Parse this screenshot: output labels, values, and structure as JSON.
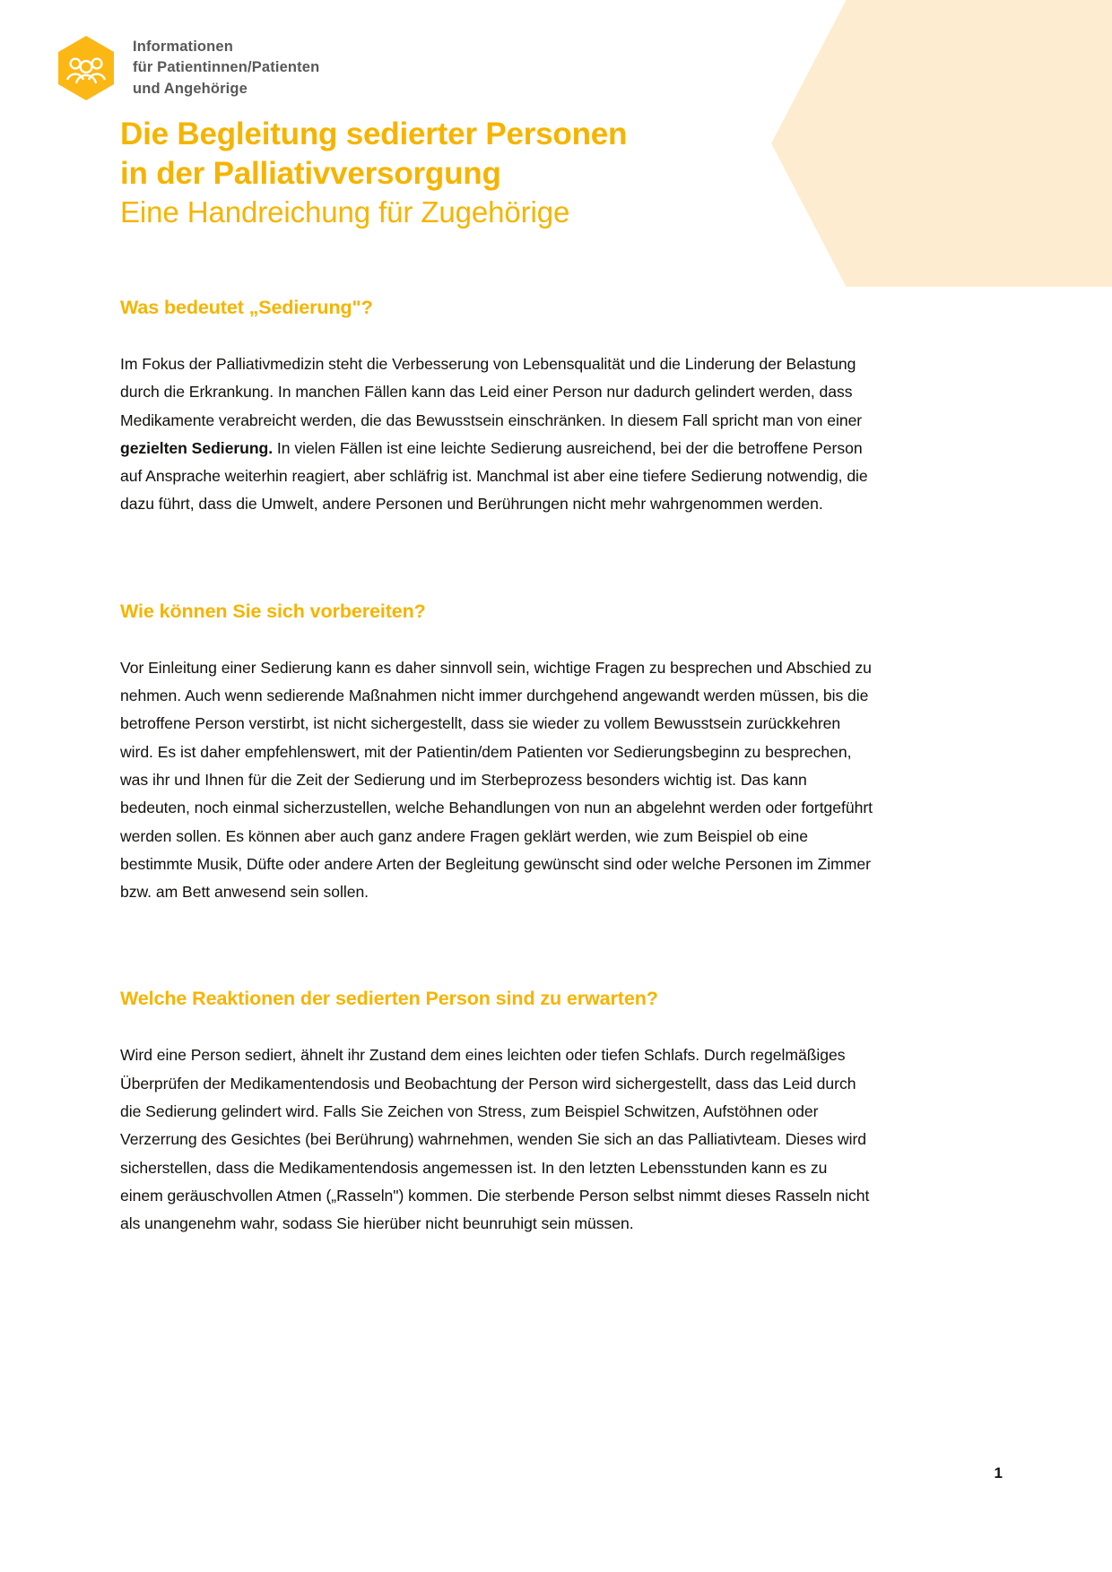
{
  "brand": {
    "accent_color": "#f5b400",
    "corner_shape_color": "#fdecd0",
    "logo_text_color": "#58585a",
    "body_text_color": "#12100d"
  },
  "logo": {
    "icon": "people-group-hexagon-icon",
    "line1": "Informationen",
    "line2": "für Patientinnen/Patienten",
    "line3": "und Angehörige"
  },
  "title": {
    "line1": "Die Begleitung sedierter Personen",
    "line2": "in der Palliativversorgung",
    "subtitle": "Eine Handreichung für Zugehörige"
  },
  "sections": [
    {
      "heading": "Was bedeutet „Sedierung\"?",
      "paragraph_pre": "Im Fokus der Palliativmedizin steht die Verbesserung von Lebensqualität und die Linderung der Belastung durch die Erkrankung. In manchen Fällen kann das Leid einer Person nur dadurch gelindert werden, dass Medikamente verabreicht werden, die das Bewusstsein einschränken. In diesem Fall spricht man von einer ",
      "paragraph_bold": "gezielten Sedierung.",
      "paragraph_post": " In vielen Fällen ist eine leichte Sedierung ausreichend, bei der die betroffene Person auf Ansprache weiterhin reagiert, aber schläfrig ist. Manchmal ist aber eine tiefere Sedierung notwendig, die dazu führt, dass die Umwelt, andere Personen und Berührungen nicht mehr wahrgenommen werden."
    },
    {
      "heading": "Wie können Sie sich vorbereiten?",
      "paragraph": "Vor Einleitung einer Sedierung kann es daher sinnvoll sein, wichtige Fragen zu besprechen und Abschied zu nehmen. Auch wenn sedierende Maßnahmen nicht immer durchgehend angewandt werden müssen, bis die betroffene Person verstirbt, ist nicht sichergestellt, dass sie wieder zu vollem Bewusstsein zurückkehren wird. Es ist daher empfehlenswert, mit der Patientin/dem Patienten vor Sedierungsbeginn zu besprechen, was ihr und Ihnen für die Zeit der Sedierung und im Sterbeprozess besonders wichtig ist. Das kann bedeuten, noch einmal sicherzustellen, welche Behandlungen von nun an abgelehnt werden oder fortgeführt werden sollen. Es können aber auch ganz andere Fragen geklärt werden, wie zum Beispiel ob eine bestimmte Musik, Düfte oder andere Arten der Begleitung gewünscht sind oder welche Personen im Zimmer bzw. am Bett anwesend sein sollen."
    },
    {
      "heading": "Welche Reaktionen der sedierten Person sind zu erwarten?",
      "paragraph": "Wird eine Person sediert, ähnelt ihr Zustand dem eines leichten oder tiefen Schlafs. Durch regelmäßiges Überprüfen der Medikamentendosis und Beobachtung der Person wird sichergestellt, dass das Leid durch die Sedierung gelindert wird. Falls Sie Zeichen von Stress, zum Beispiel Schwitzen, Aufstöhnen oder Verzerrung des Gesichtes (bei Berührung) wahrnehmen, wenden Sie sich an das Palliativteam. Dieses wird sicherstellen, dass die Medikamentendosis angemessen ist. In den letzten Lebensstunden kann es zu einem geräuschvollen Atmen („Rasseln\") kommen. Die sterbende Person selbst nimmt dieses Rasseln nicht als unangenehm wahr, sodass Sie hierüber nicht beunruhigt sein müssen."
    }
  ],
  "footer": {
    "page_number": "1"
  }
}
